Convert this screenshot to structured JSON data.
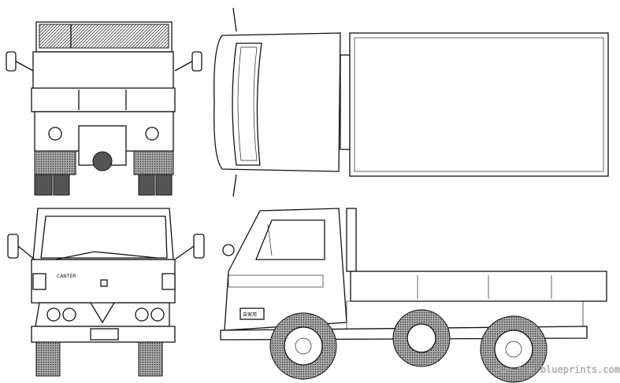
{
  "badge_text": "CANTER",
  "plate_text": "自家用",
  "watermark": "www.the-blueprints.com"
}
